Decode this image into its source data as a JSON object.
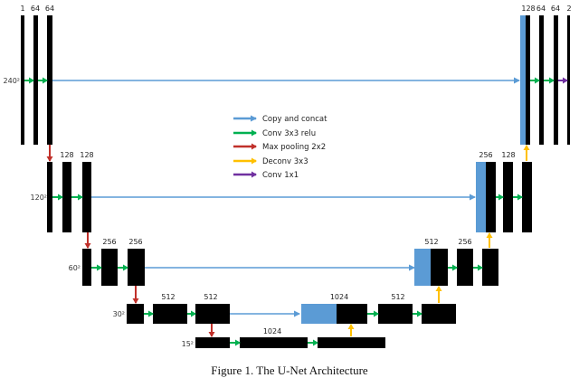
{
  "colors": {
    "copy": "#5b9bd5",
    "conv": "#00b050",
    "pool": "#c0302a",
    "deconv": "#ffc000",
    "conv1x1": "#7030a0",
    "feature_map": "#000000"
  },
  "legend": [
    {
      "label": "Copy and concat",
      "color": "#5b9bd5"
    },
    {
      "label": "Conv 3x3 relu",
      "color": "#00b050"
    },
    {
      "label": "Max pooling 2x2",
      "color": "#c0302a"
    },
    {
      "label": "Deconv 3x3",
      "color": "#ffc000"
    },
    {
      "label": "Conv 1x1",
      "color": "#7030a0"
    }
  ],
  "levels": [
    {
      "resolution": "240²",
      "encoder_channels": [
        "1",
        "64",
        "64"
      ],
      "decoder_channels": [
        "128",
        "64",
        "64",
        "2"
      ]
    },
    {
      "resolution": "120²",
      "encoder_channels": [
        "128",
        "128"
      ],
      "decoder_channels": [
        "256",
        "128"
      ]
    },
    {
      "resolution": "60²",
      "encoder_channels": [
        "256",
        "256"
      ],
      "decoder_channels": [
        "512",
        "256"
      ]
    },
    {
      "resolution": "30²",
      "encoder_channels": [
        "512",
        "512"
      ],
      "decoder_channels": [
        "1024",
        "512"
      ]
    },
    {
      "resolution": "15²",
      "bottleneck_channels": [
        "1024"
      ]
    }
  ],
  "caption": "Figure 1. The U-Net Architecture"
}
